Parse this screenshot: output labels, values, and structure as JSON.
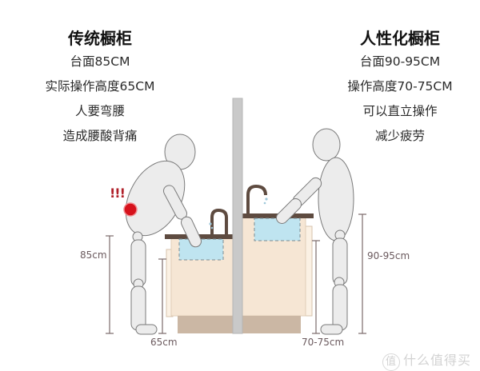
{
  "left_panel": {
    "title": "传统橱柜",
    "lines": [
      "台面85CM",
      "实际操作高度65CM",
      "人要弯腰",
      "造成腰酸背痛"
    ],
    "alert_mark": "!!!",
    "dimensions": {
      "counter_height": "85cm",
      "working_height": "65cm"
    }
  },
  "right_panel": {
    "title": "人性化橱柜",
    "lines": [
      "台面90-95CM",
      "操作高度70-75CM",
      "可以直立操作",
      "减少疲劳"
    ],
    "dimensions": {
      "counter_height": "90-95cm",
      "working_height": "70-75cm"
    }
  },
  "watermark": {
    "icon": "值",
    "text": "什么值得买"
  },
  "colors": {
    "cabinet_body": "#f6e6d4",
    "cabinet_side": "#fbf1e4",
    "plinth": "#cbb7a4",
    "countertop": "#5e4b40",
    "sink_water": "#bfe4f0",
    "divider_pillar": "#c9c9c9",
    "mannequin_fill": "#ececec",
    "mannequin_stroke": "#7a7a7a",
    "pain_dot": "#d6121c",
    "dimension_line": "#7b6a6c"
  }
}
